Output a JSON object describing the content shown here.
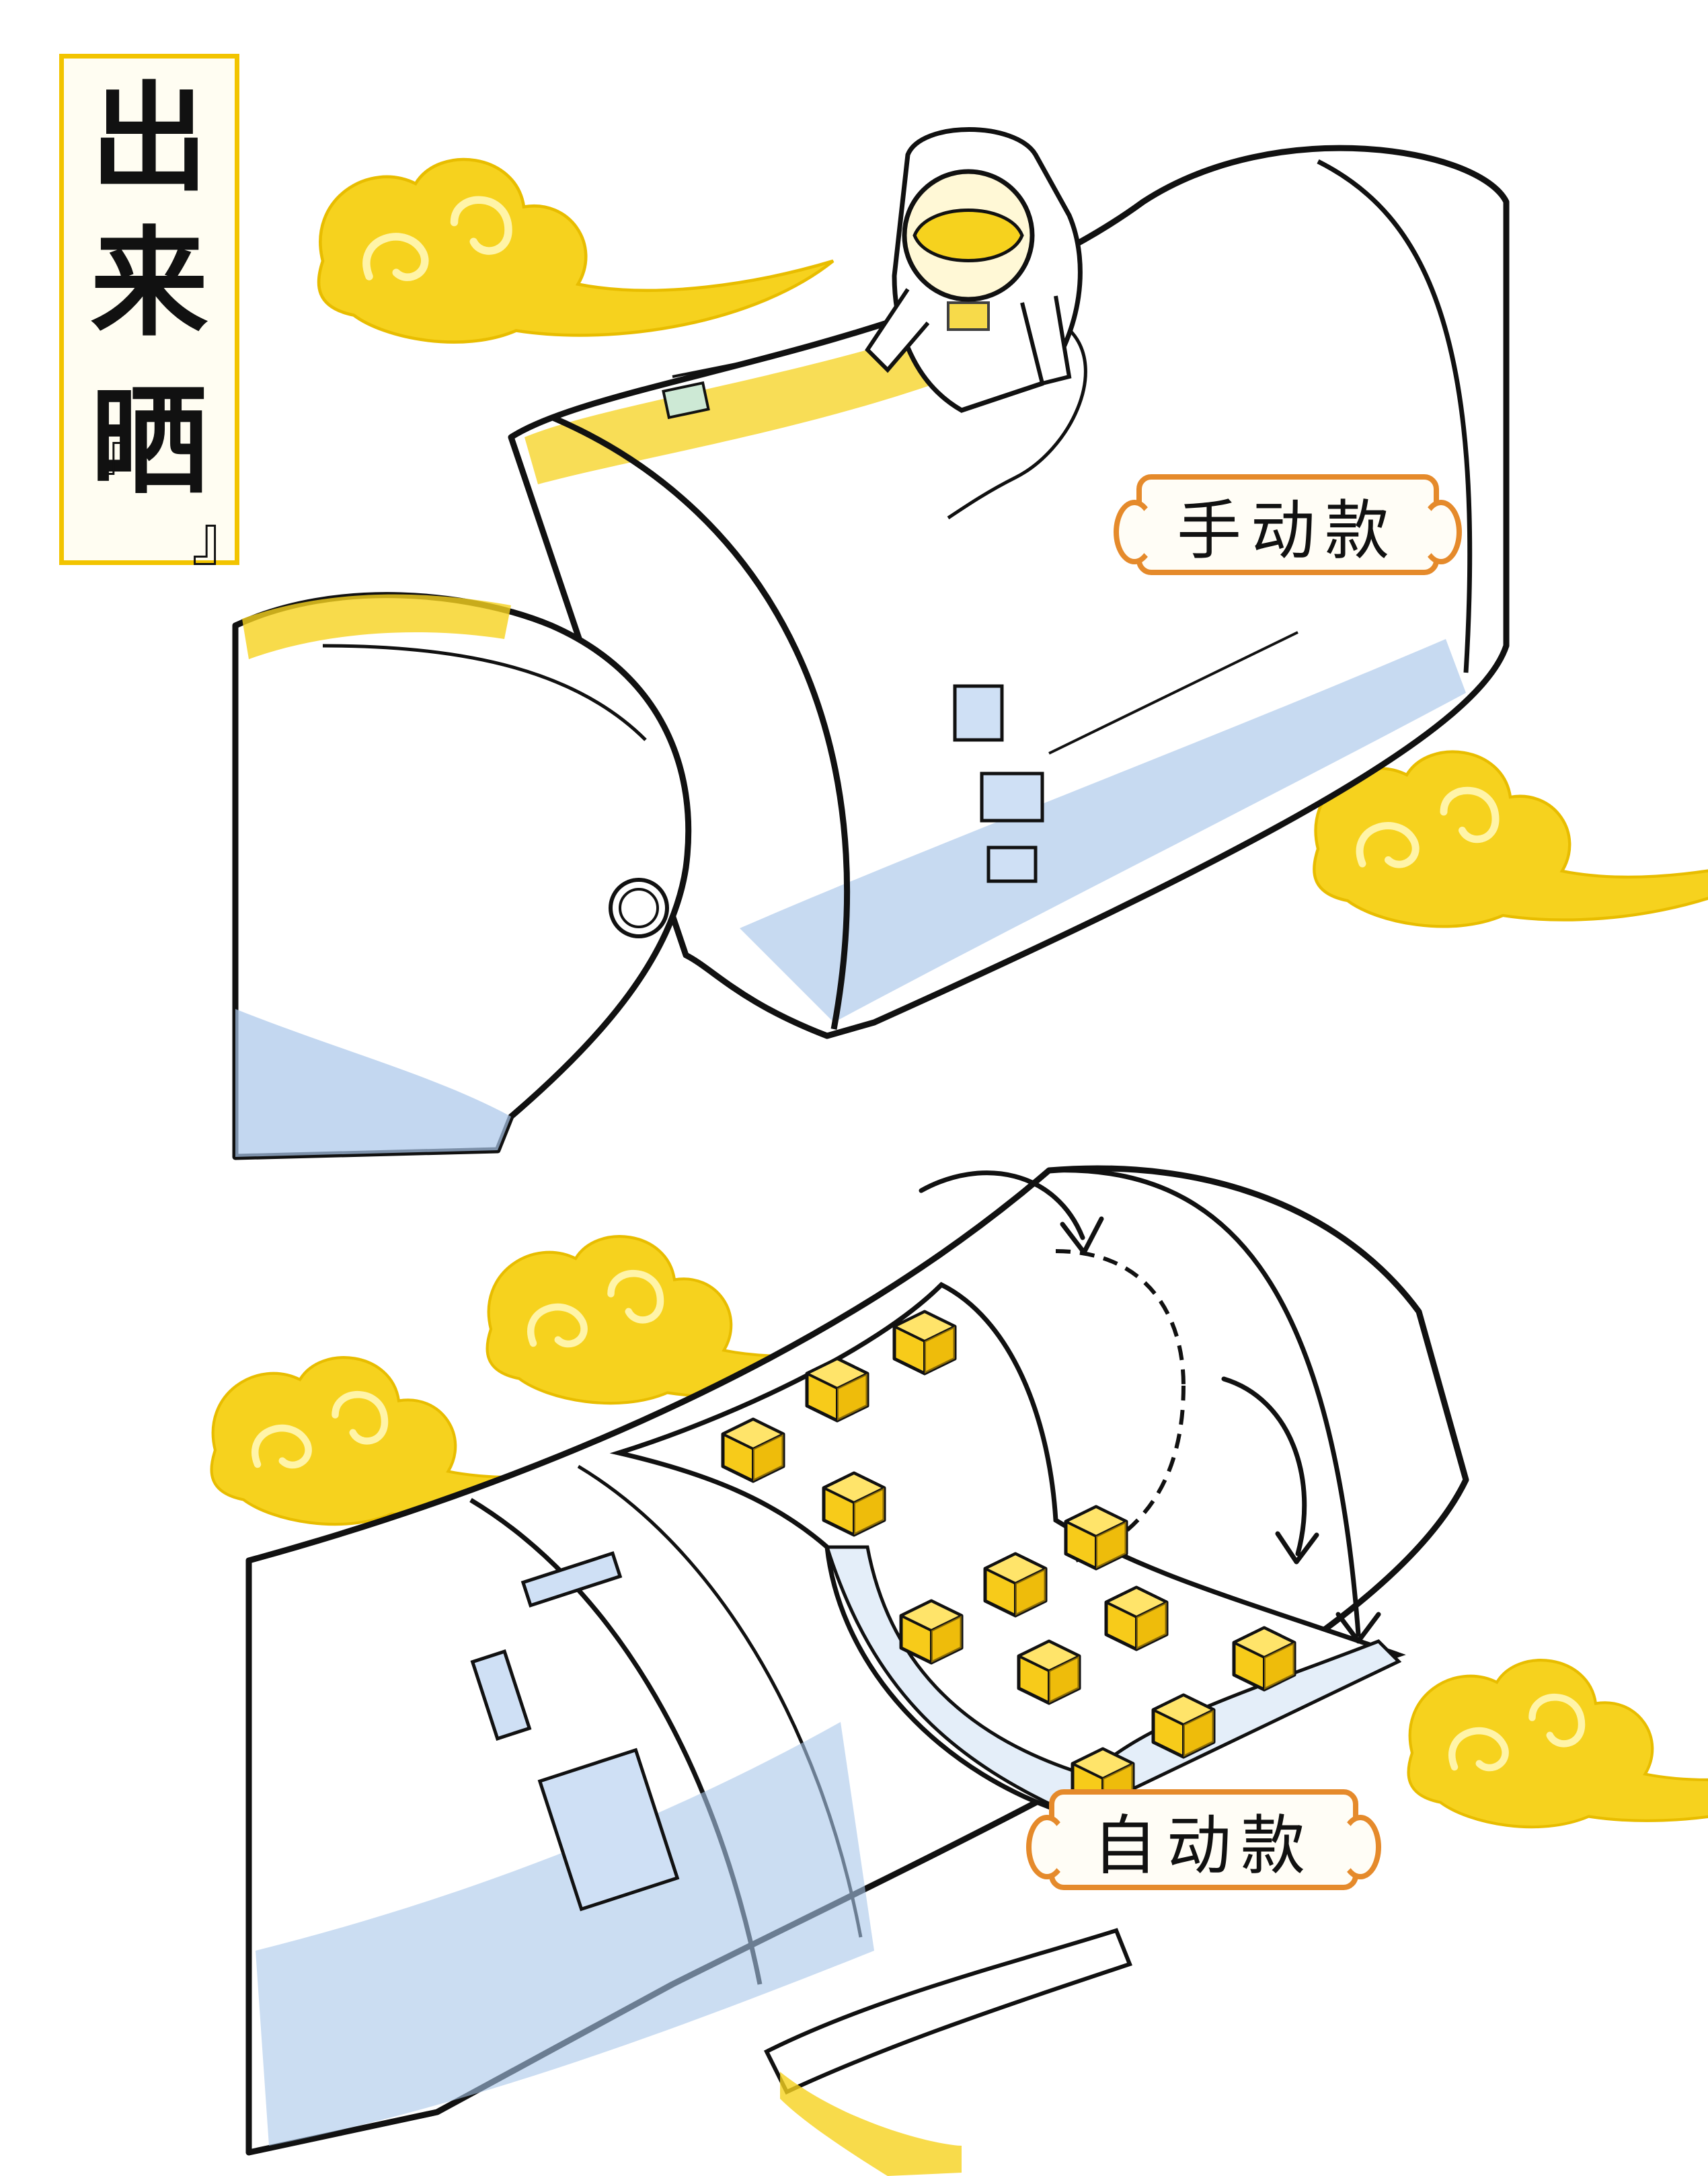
{
  "title": {
    "chars": [
      "出",
      "来",
      "晒"
    ],
    "open_bracket": "『",
    "close_bracket": "』"
  },
  "labels": {
    "manual": "手动款",
    "automatic": "自动款"
  },
  "icons": [
    "cloud-icon",
    "astronaut-icon",
    "space-module-icon",
    "solar-cube-icon",
    "curved-arrow-icon"
  ],
  "colors": {
    "accent_yellow": "#f6d21e",
    "shadow_blue": "#a9c6ea",
    "label_orange": "#e58a2b",
    "ink": "#111111"
  }
}
